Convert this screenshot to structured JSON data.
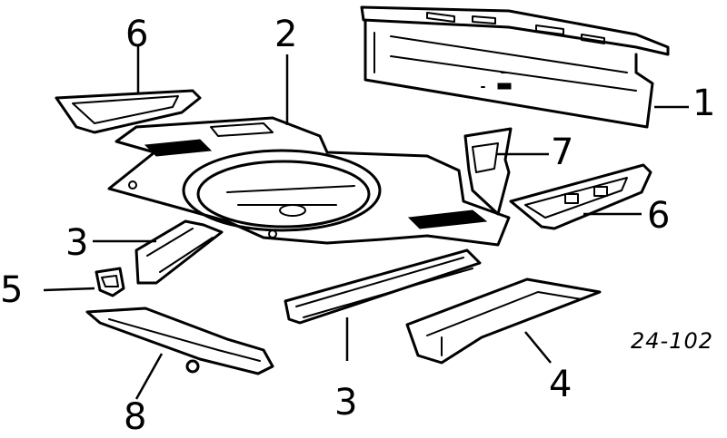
{
  "diagram": {
    "callouts": {
      "c1": "1",
      "c2": "2",
      "c3_left": "3",
      "c3_bottom": "3",
      "c4": "4",
      "c5": "5",
      "c6_left": "6",
      "c6_right": "6",
      "c7": "7",
      "c8": "8"
    },
    "reference": "24-102"
  }
}
